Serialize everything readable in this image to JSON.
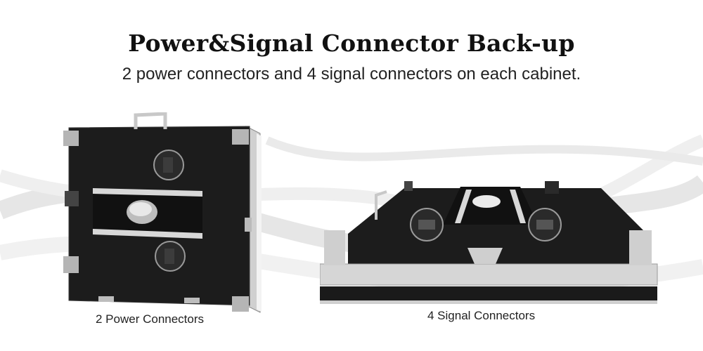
{
  "header": {
    "title": "Power&Signal Connector Back-up",
    "subtitle": "2 power connectors and 4 signal connectors on each cabinet."
  },
  "captions": {
    "left": "2 Power Connectors",
    "right": "4 Signal Connectors"
  },
  "colors": {
    "background": "#ffffff",
    "cabinet": "#1b1b1b",
    "frame": "#d9d9d9",
    "highlight_circle": "#9a9a9a"
  }
}
